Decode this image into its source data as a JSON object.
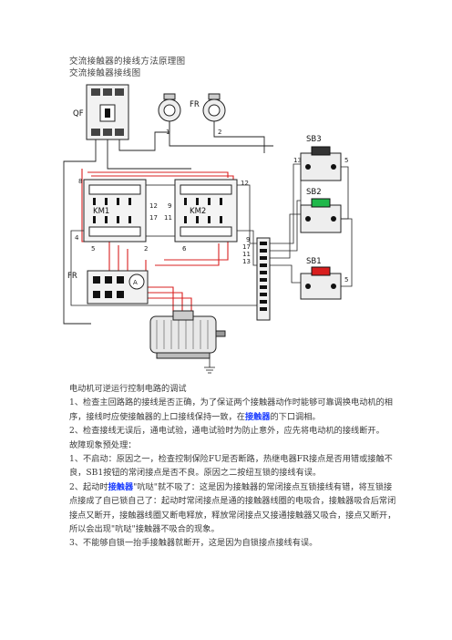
{
  "titles": {
    "line1": "交流接触器的接线方法原理图",
    "line2": "交流接触器接线图"
  },
  "diagram": {
    "labels": {
      "qf": "QF",
      "fr_top": "FR",
      "fr_left": "FR",
      "km1": "KM1",
      "km2": "KM2",
      "sb3": "SB3",
      "sb2": "SB2",
      "sb1": "SB1",
      "ammeter": "A"
    },
    "colors": {
      "wire_red": "#d92020",
      "wire_dark": "#222222",
      "button_green": "#1fb84a",
      "button_red": "#d81e1e"
    }
  },
  "body": {
    "heading": "电动机可逆运行控制电路的调试",
    "p1": "1、检查主回路路的接线是否正确，为了保证两个接触器动作时能够可靠调换电动机的相序，接线时应使接触器的上口接线保持一致，在",
    "p1_kw": "接触器",
    "p1_tail": "的下口调相。",
    "p2": "2、检查接线无误后，通电试验，通电试验时为防止意外，应先将电动机的接线断开。",
    "p3": "故障现象预处理：",
    "p4": "1、不启动：原因之一，检查控制保险FU是否断路，热继电器FR接点是否用错或接触不良，SB1按钮的常闭接点是否不良。原因之二按纽互锁的接线有误。",
    "p5_a": "2、起动时",
    "p5_kw": "接触器",
    "p5_b": "\"吭哒\"就不吸了：这是因为接触器的常闭接点互锁接线有错，将互锁接点接成了自已锁自己了：起动时常闭接点是通的接触器线圈的电吸合，接触器吸合后常闭接点又断开，接触器线圈又断电释放，释放常闭接点又接通接触器又吸合，接点又断开，所以会出现\"吭哒\"接触器不吸合的现象。",
    "p6": "3、不能够自锁一抬手接触器就断开，这是因为自锁接点接线有误。"
  }
}
